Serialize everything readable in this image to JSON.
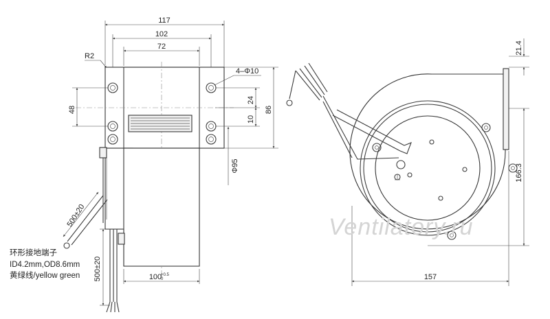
{
  "dimensions": {
    "d117": "117",
    "d102": "102",
    "d72": "72",
    "r2": "R2",
    "holes": "4–Φ10",
    "d48": "48",
    "d24": "24",
    "d10": "10",
    "d86": "86",
    "d95": "Φ95",
    "d500a": "500±20",
    "d500b": "500±20",
    "d100": "100",
    "d100tol": "+0.5\n0",
    "d21": "21.4",
    "d166": "166.3",
    "d157": "157"
  },
  "note": {
    "line1": "环形接地端子",
    "line2": "ID4.2mm,OD8.6mm",
    "line3": "黄绿线/yellow green"
  },
  "watermark": "Ventilatory.ru"
}
